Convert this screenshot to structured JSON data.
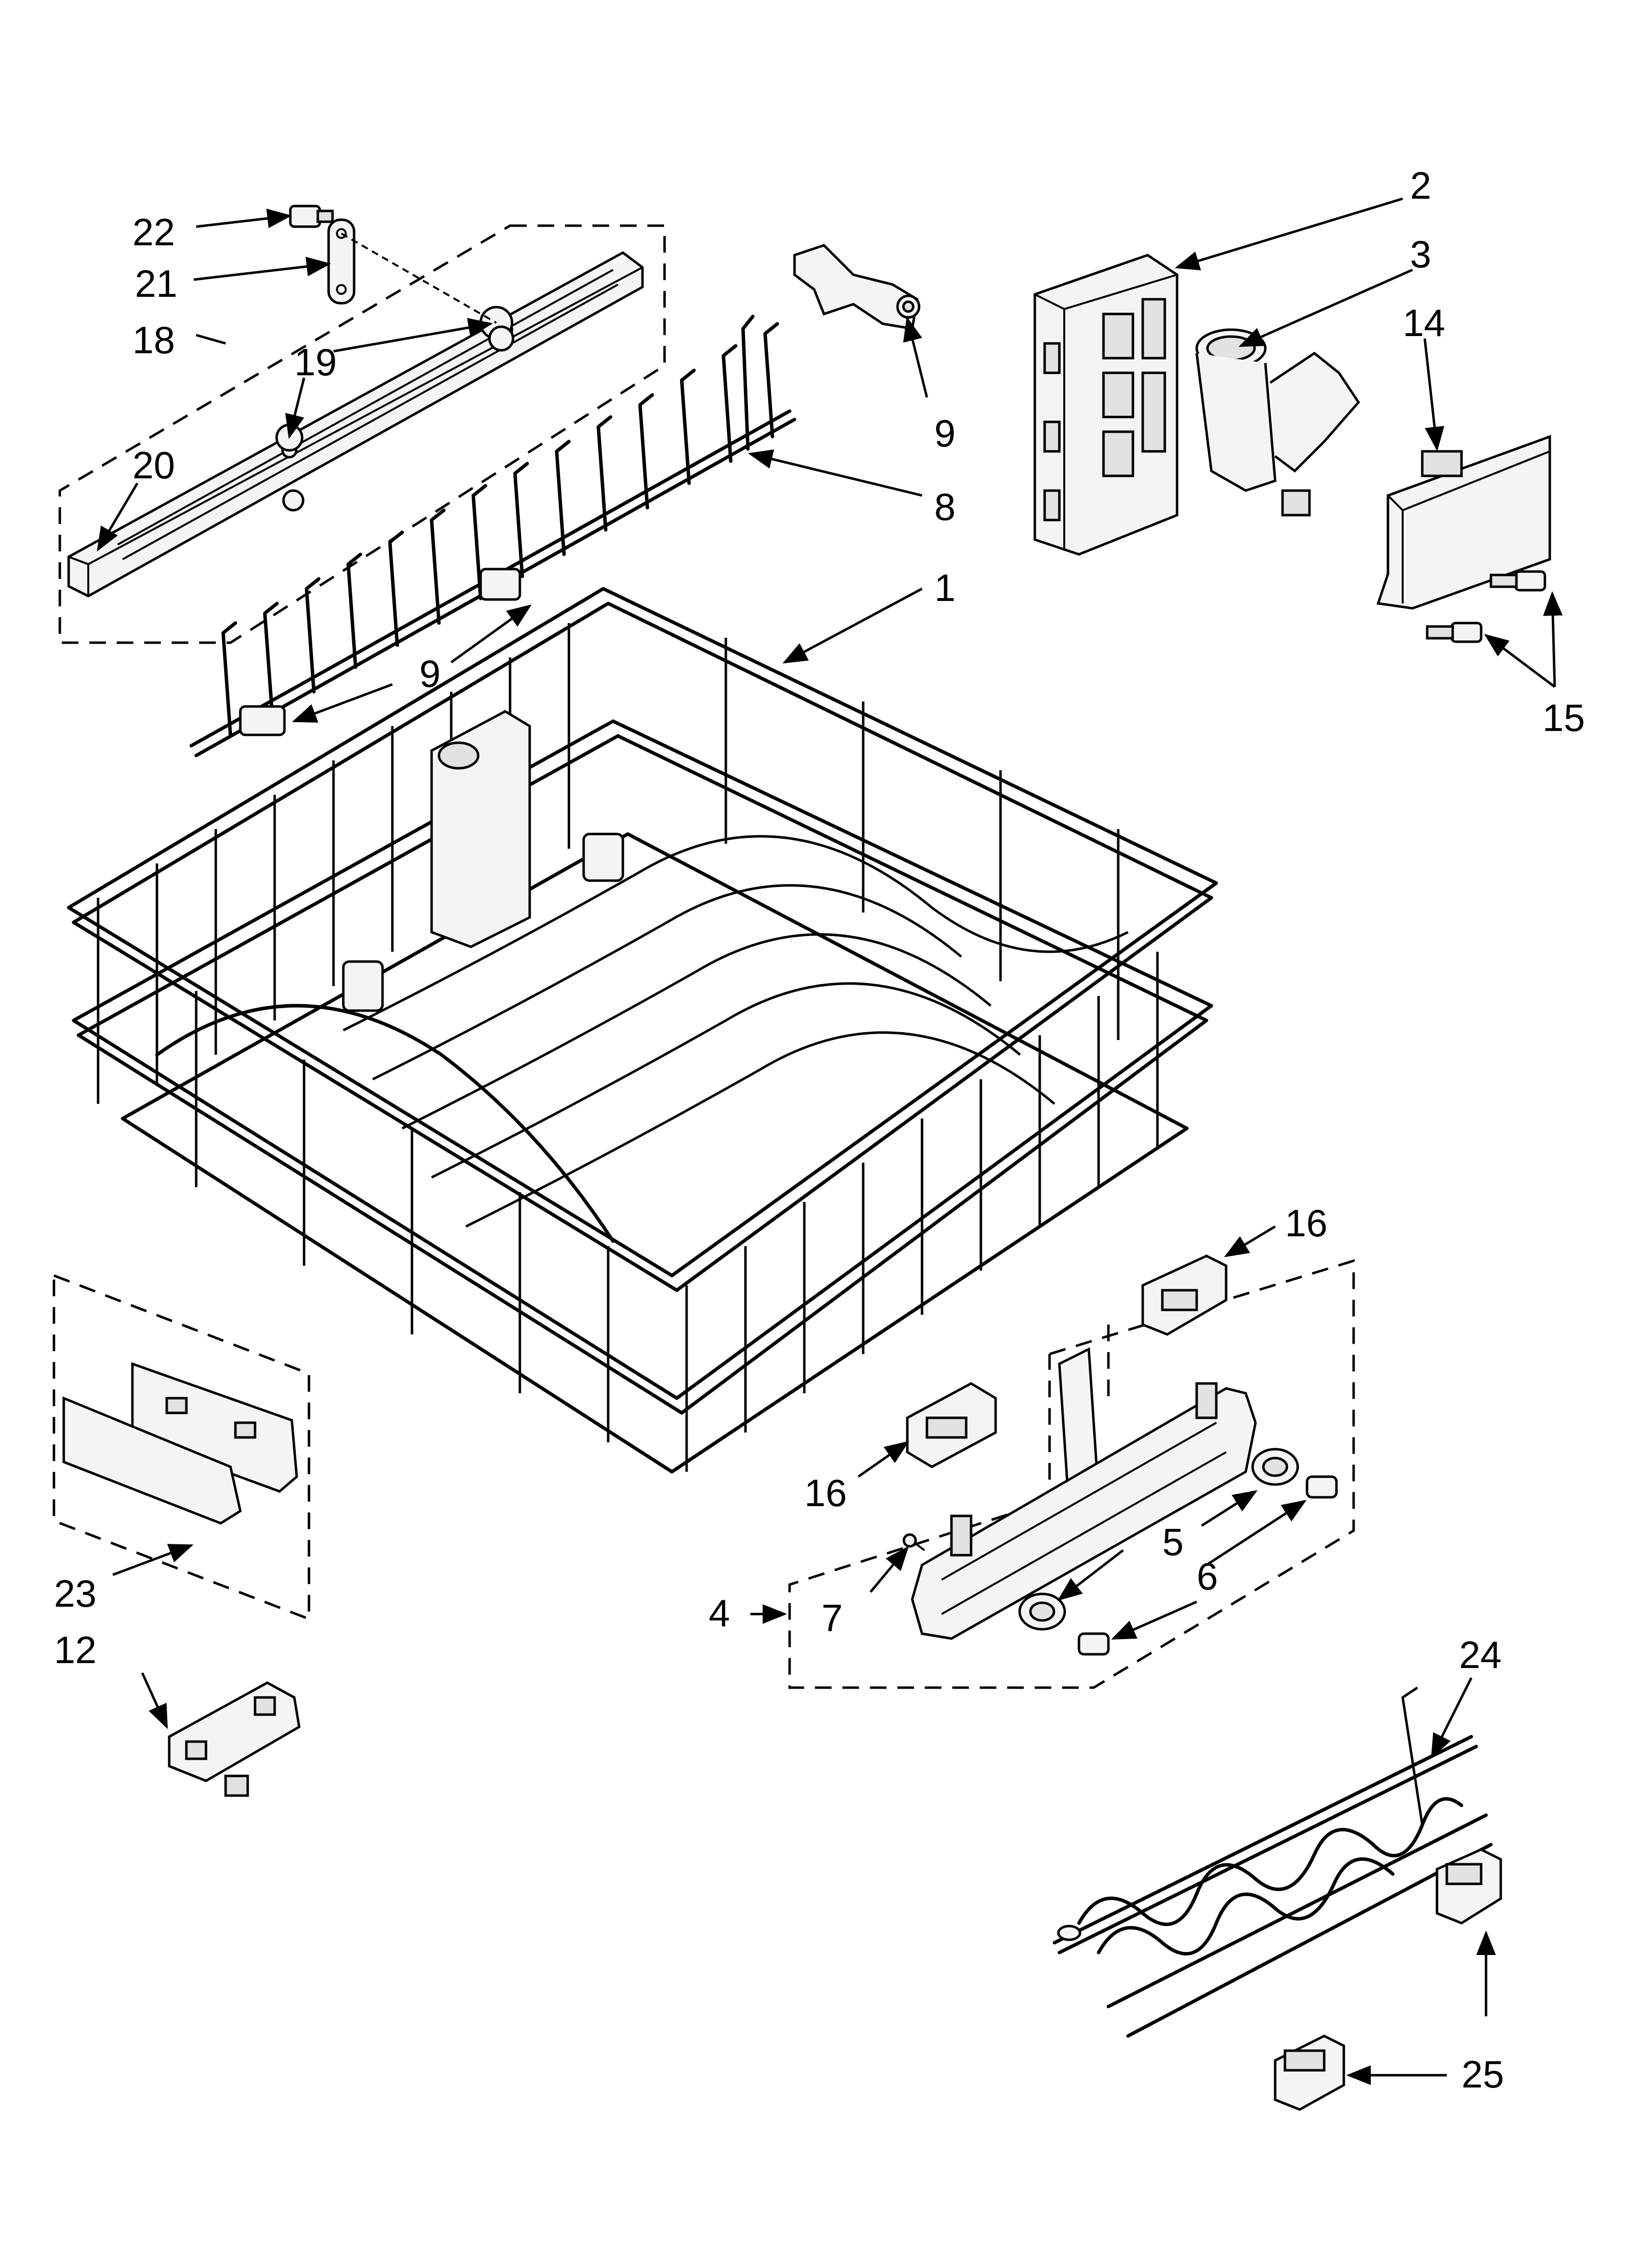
{
  "diagram": {
    "callouts": {
      "c1": "1",
      "c2": "2",
      "c3": "3",
      "c4": "4",
      "c5": "5",
      "c6": "6",
      "c7": "7",
      "c8": "8",
      "c9a": "9",
      "c9b": "9",
      "c12": "12",
      "c14": "14",
      "c15": "15",
      "c16a": "16",
      "c16b": "16",
      "c18": "18",
      "c19": "19",
      "c20": "20",
      "c21": "21",
      "c22": "22",
      "c23": "23",
      "c24": "24",
      "c25": "25"
    }
  }
}
